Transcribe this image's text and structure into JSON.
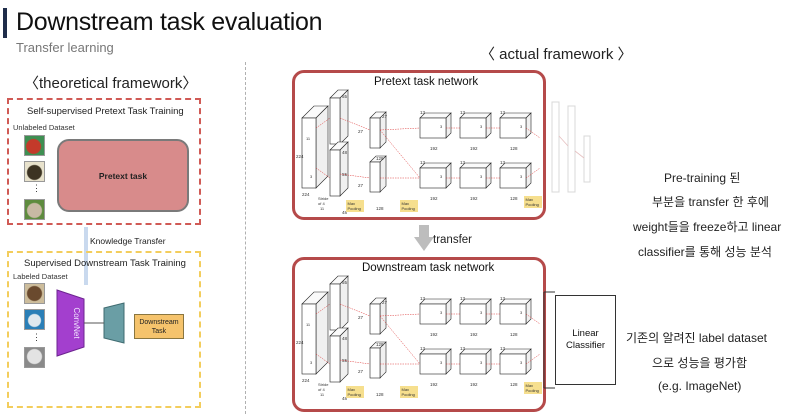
{
  "header": {
    "title": "Downstream task evaluation",
    "subtitle": "Transfer learning"
  },
  "theoretical": {
    "label": "〈theoretical framework〉",
    "pretext_section": {
      "title": "Self-supervised Pretext Task Training",
      "dataset_label": "Unlabeled Dataset",
      "box_label": "Pretext task",
      "ellipsis": "⋮"
    },
    "knowledge_transfer_label": "Knowledge Transfer",
    "downstream_section": {
      "title": "Supervised Downstream Task Training",
      "dataset_label": "Labeled Dataset",
      "convnet_label": "ConvNet",
      "box_label_line1": "Downstream",
      "box_label_line2": "Task",
      "ellipsis": "⋮"
    }
  },
  "actual": {
    "label": "〈 actual framework 〉",
    "pretext_network_title": "Pretext task network",
    "downstream_network_title": "Downstream task network",
    "transfer_label": "transfer",
    "linear_classifier_line1": "Linear",
    "linear_classifier_line2": "Classifier",
    "alexnet": {
      "input_size_a": "224",
      "input_size_b": "224",
      "stride_label_1": "Stride",
      "stride_label_2": "of 4",
      "dim_11": "11",
      "dim_55": "55",
      "dim_27": "27",
      "dim_13": "13",
      "dim_3": "3",
      "dim_48": "48",
      "dim_128": "128",
      "dim_192": "192",
      "max_pooling_line1": "Max",
      "max_pooling_line2": "Pooling"
    }
  },
  "notes": {
    "pretraining_line1": "Pre-training 된",
    "pretraining_line2": "부분을 transfer 한 후에",
    "pretraining_line3": "weight들을 freeze하고 linear",
    "pretraining_line4": "classifier를 통해 성능 분석",
    "eval_line1": "기존의 알려진 label dataset",
    "eval_line2": "으로 성능을 평가함",
    "eval_line3": "(e.g. ImageNet)"
  },
  "colors": {
    "pretext_red": "#d05a55",
    "downstream_yellow": "#f3cd5c",
    "pretext_box_fill": "#d88b8b",
    "network_border": "#b54a4a",
    "convnet_purple": "#a33fce",
    "fc_teal": "#6a9ea5",
    "downstream_box_fill": "#f5c36c",
    "max_pool_fill": "#f6df8e"
  }
}
